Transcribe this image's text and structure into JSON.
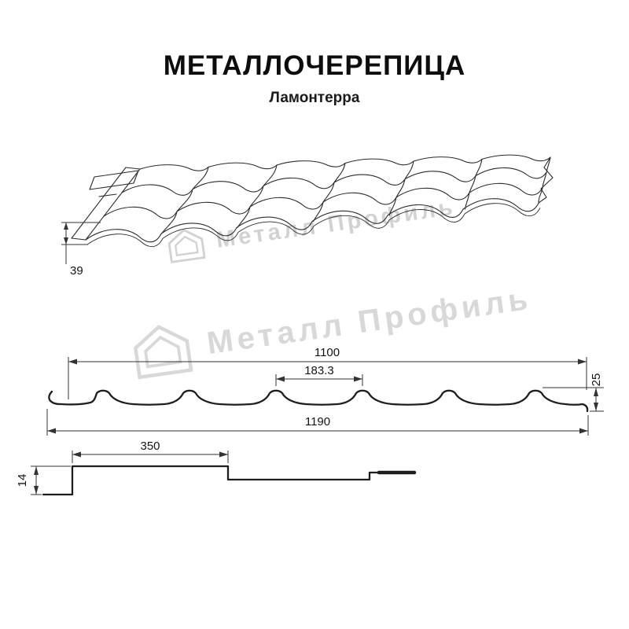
{
  "page": {
    "title": "МЕТАЛЛОЧЕРЕПИЦА",
    "subtitle": "Ламонтерра"
  },
  "watermark": {
    "text": "Металл Профиль"
  },
  "dims": {
    "n39": "39",
    "n1100": "1100",
    "n1833": "183.3",
    "n25": "25",
    "n1190": "1190",
    "n350": "350",
    "n14": "14"
  }
}
